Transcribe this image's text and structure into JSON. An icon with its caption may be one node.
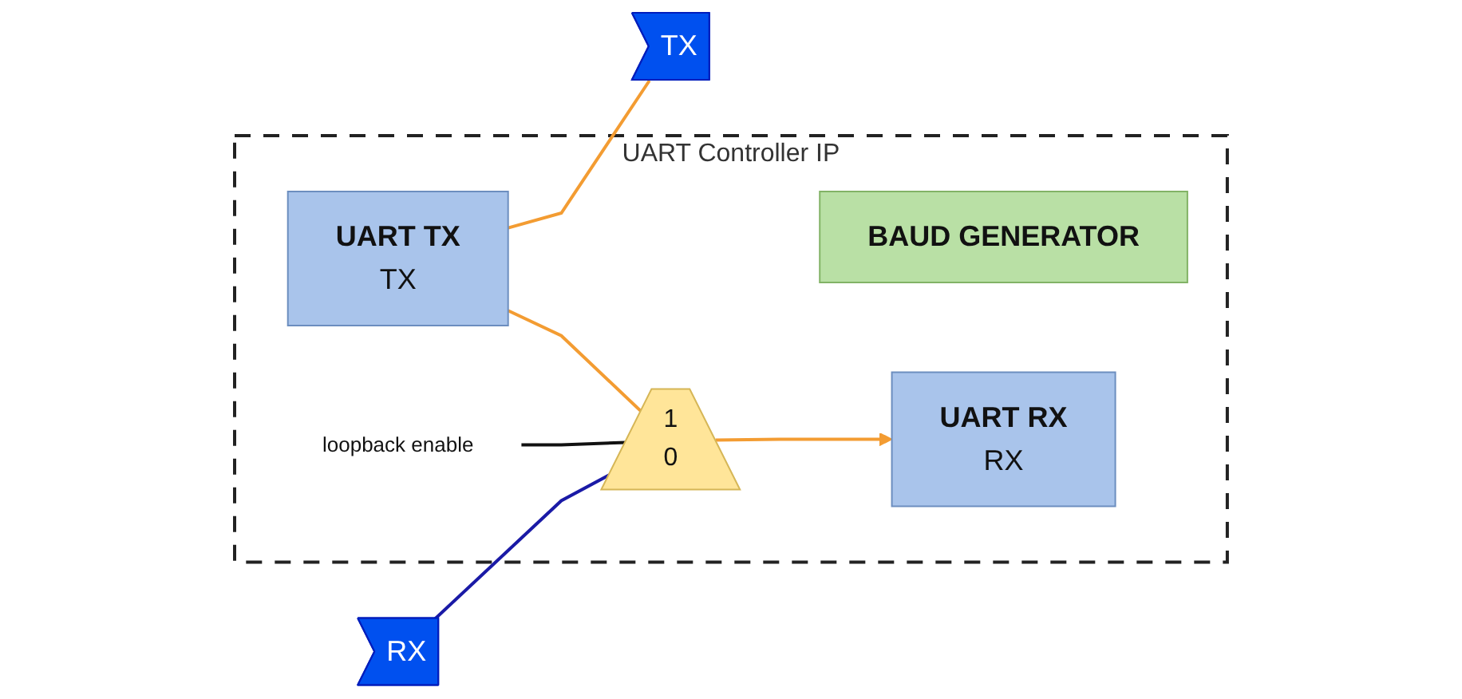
{
  "diagram": {
    "nodes": [
      {
        "text": [
          "UART Controller IP"
        ]
      },
      {
        "text": [
          "BAUD GENERATOR"
        ],
        "in": 0
      },
      {
        "text": [
          "UART TX",
          "TX"
        ],
        "in": 0
      },
      {
        "text": [
          "UART RX",
          "RX"
        ],
        "in": 0
      },
      {
        "text": [
          "1",
          "0"
        ],
        "in": 0
      },
      {
        "text": [
          "TX"
        ]
      },
      {
        "text": [
          "RX"
        ]
      },
      {
        "text": [
          "loopback enable"
        ],
        "in": 0
      }
    ],
    "edges": [
      {
        "from": 2,
        "to": 5,
        "arrow": "none"
      },
      {
        "from": 2,
        "to": 4,
        "arrow": "none"
      },
      {
        "from": 4,
        "to": 3,
        "arrow": "to"
      },
      {
        "from": 6,
        "to": 4,
        "arrow": "none",
        "color": "#1a1aa6"
      },
      {
        "from": 7,
        "to": 4,
        "arrow": "none",
        "color": "#111111"
      }
    ]
  }
}
